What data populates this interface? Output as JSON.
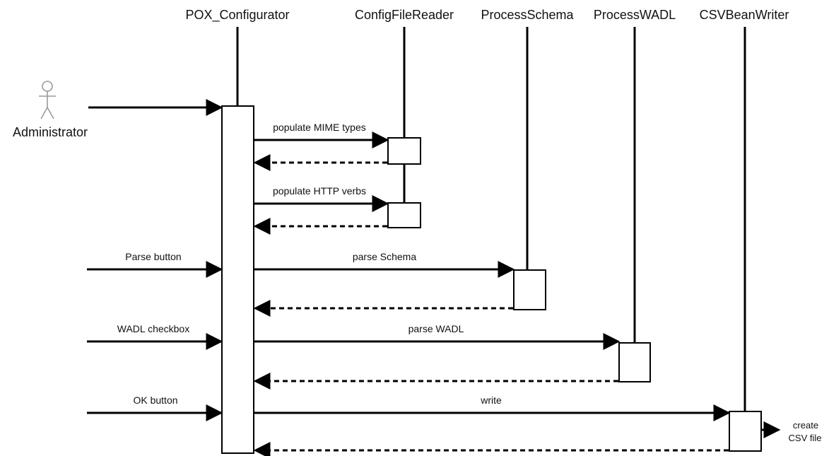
{
  "diagram": {
    "actor": {
      "name": "Administrator",
      "icon": "stick-figure-icon"
    },
    "participants": [
      {
        "id": "pox",
        "label": "POX_Configurator"
      },
      {
        "id": "cfr",
        "label": "ConfigFileReader"
      },
      {
        "id": "ps",
        "label": "ProcessSchema"
      },
      {
        "id": "pw",
        "label": "ProcessWADL"
      },
      {
        "id": "csv",
        "label": "CSVBeanWriter"
      }
    ],
    "messages": [
      {
        "from": "Administrator",
        "to": "POX_Configurator",
        "label": "",
        "type": "sync"
      },
      {
        "from": "POX_Configurator",
        "to": "ConfigFileReader",
        "label": "populate MIME types",
        "type": "sync"
      },
      {
        "from": "ConfigFileReader",
        "to": "POX_Configurator",
        "label": "",
        "type": "return"
      },
      {
        "from": "POX_Configurator",
        "to": "ConfigFileReader",
        "label": "populate HTTP verbs",
        "type": "sync"
      },
      {
        "from": "ConfigFileReader",
        "to": "POX_Configurator",
        "label": "",
        "type": "return"
      },
      {
        "from": "Administrator",
        "to": "POX_Configurator",
        "label": "Parse button",
        "type": "sync"
      },
      {
        "from": "POX_Configurator",
        "to": "ProcessSchema",
        "label": "parse Schema",
        "type": "sync"
      },
      {
        "from": "ProcessSchema",
        "to": "POX_Configurator",
        "label": "",
        "type": "return"
      },
      {
        "from": "Administrator",
        "to": "POX_Configurator",
        "label": "WADL checkbox",
        "type": "sync"
      },
      {
        "from": "POX_Configurator",
        "to": "ProcessWADL",
        "label": "parse WADL",
        "type": "sync"
      },
      {
        "from": "ProcessWADL",
        "to": "POX_Configurator",
        "label": "",
        "type": "return"
      },
      {
        "from": "Administrator",
        "to": "POX_Configurator",
        "label": "OK button",
        "type": "sync"
      },
      {
        "from": "POX_Configurator",
        "to": "CSVBeanWriter",
        "label": "write",
        "type": "sync"
      },
      {
        "from": "CSVBeanWriter",
        "to": "POX_Configurator",
        "label": "",
        "type": "return"
      }
    ],
    "output_note": {
      "line1": "create",
      "line2": "CSV file"
    }
  }
}
